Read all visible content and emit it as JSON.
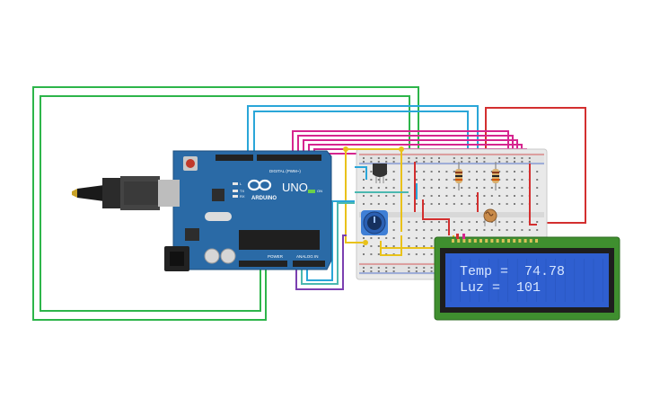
{
  "arduino": {
    "brand": "ARDUINO",
    "model": "UNO",
    "digital_label": "DIGITAL (PWM~)",
    "power_label": "POWER",
    "analog_label": "ANALOG IN",
    "on_label": "ON",
    "tx_label": "TX",
    "rx_label": "RX",
    "l_label": "L"
  },
  "lcd": {
    "line1": "Temp =  74.78",
    "line2": "Luz =  101"
  },
  "colors": {
    "board": "#2a6aa6",
    "breadboard": "#e9e9e9",
    "lcd_pcb": "#3f8f2f",
    "lcd_screen": "#2f5fd0",
    "wire_green": "#2db54a",
    "wire_blue": "#2aa6d8",
    "wire_magenta": "#d6258f",
    "wire_red": "#d32f2f",
    "wire_yellow": "#e9c21a",
    "wire_purple": "#7b3fb0",
    "wire_teal": "#4bb8b0"
  }
}
